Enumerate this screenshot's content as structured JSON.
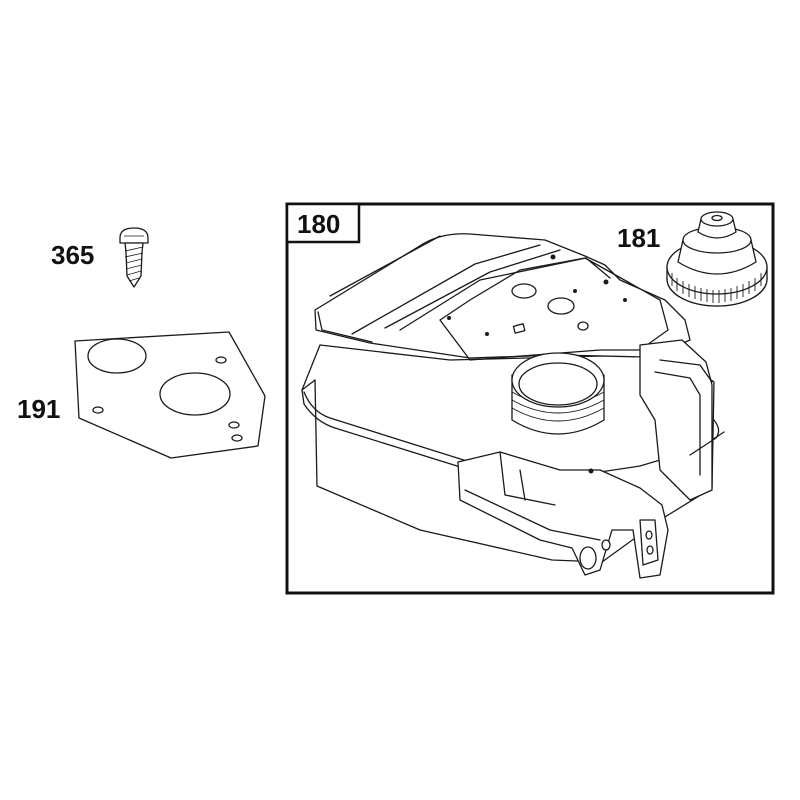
{
  "parts": {
    "fuel_tank": {
      "number": "180"
    },
    "fuel_cap": {
      "number": "181"
    },
    "gasket": {
      "number": "191"
    },
    "screw": {
      "number": "365"
    }
  }
}
